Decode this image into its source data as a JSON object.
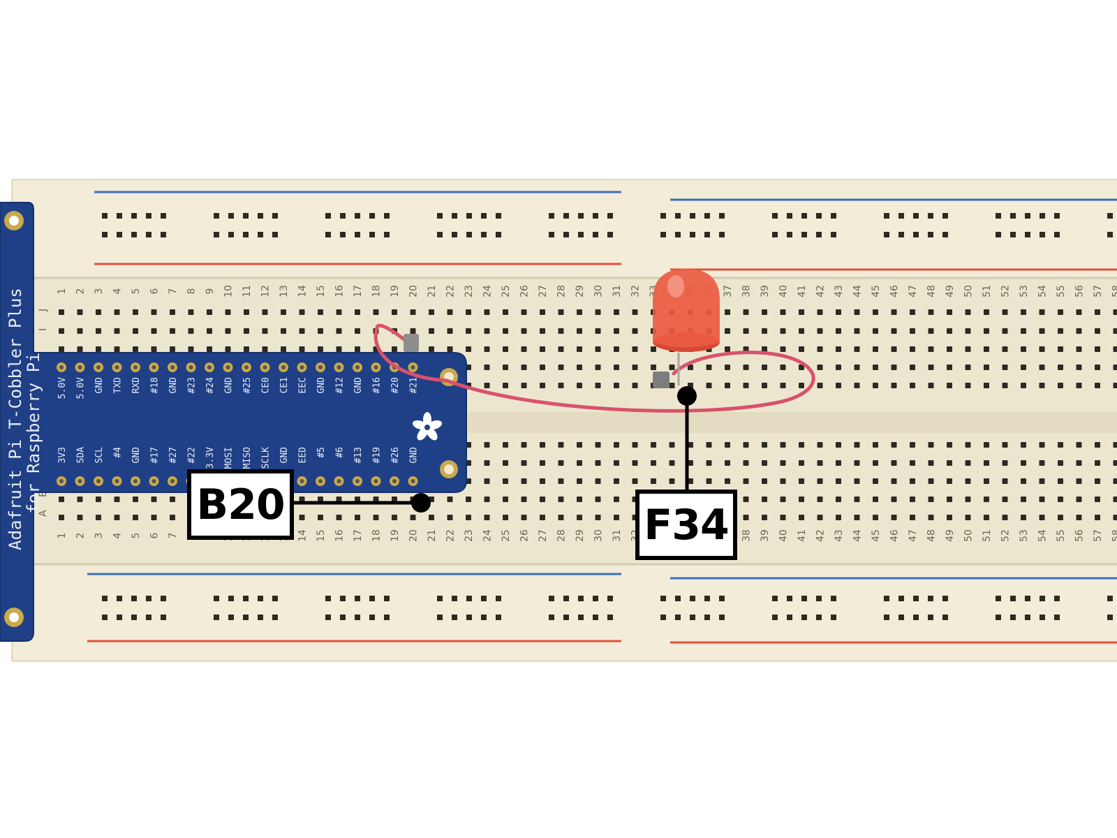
{
  "colors": {
    "board": "#ede6cf",
    "board_edge": "#d3ccb3",
    "hole": "#2c2a22",
    "rail_red": "#e0503a",
    "rail_blue": "#3d6fb6",
    "pcb": "#1f3f86",
    "gold": "#c9a94a",
    "wire": "#d9526a",
    "led": "#ec5b43",
    "callout": "#000000"
  },
  "board": {
    "row_letters_top": [
      "J",
      "I"
    ],
    "row_letters_bottom": [
      "A",
      "B"
    ],
    "column_numbers": [
      "1",
      "2",
      "3",
      "4",
      "5",
      "6",
      "7",
      "8",
      "9",
      "10",
      "11",
      "12",
      "13",
      "14",
      "15",
      "16",
      "17",
      "18",
      "19",
      "20",
      "21",
      "22",
      "23",
      "24",
      "25",
      "26",
      "27",
      "28",
      "29",
      "30",
      "31",
      "32",
      "33",
      "34",
      "35",
      "36",
      "37",
      "38",
      "39",
      "40",
      "41",
      "42",
      "43",
      "44",
      "45",
      "46",
      "47",
      "48",
      "49",
      "50",
      "51",
      "52",
      "53",
      "54",
      "55",
      "56",
      "57",
      "58"
    ]
  },
  "cobbler": {
    "title_line1": "Adafruit Pi T-Cobbler Plus",
    "title_line2": "for Raspberry Pi",
    "pins_top": [
      "5.0V",
      "5.0V",
      "GND",
      "TXD",
      "RXD",
      "#18",
      "GND",
      "#23",
      "#24",
      "GND",
      "#25",
      "CE0",
      "CE1",
      "EEC",
      "GND",
      "#12",
      "GND",
      "#16",
      "#20",
      "#21"
    ],
    "pins_bottom": [
      "3V3",
      "SDA",
      "SCL",
      "#4",
      "GND",
      "#17",
      "#27",
      "#22",
      "3.3V",
      "MOSI",
      "MISO",
      "SCLK",
      "GND",
      "EED",
      "#5",
      "#6",
      "#13",
      "#19",
      "#26",
      "GND"
    ],
    "logo": "flower-logo"
  },
  "callouts": {
    "b20": "B20",
    "f34": "F34"
  }
}
